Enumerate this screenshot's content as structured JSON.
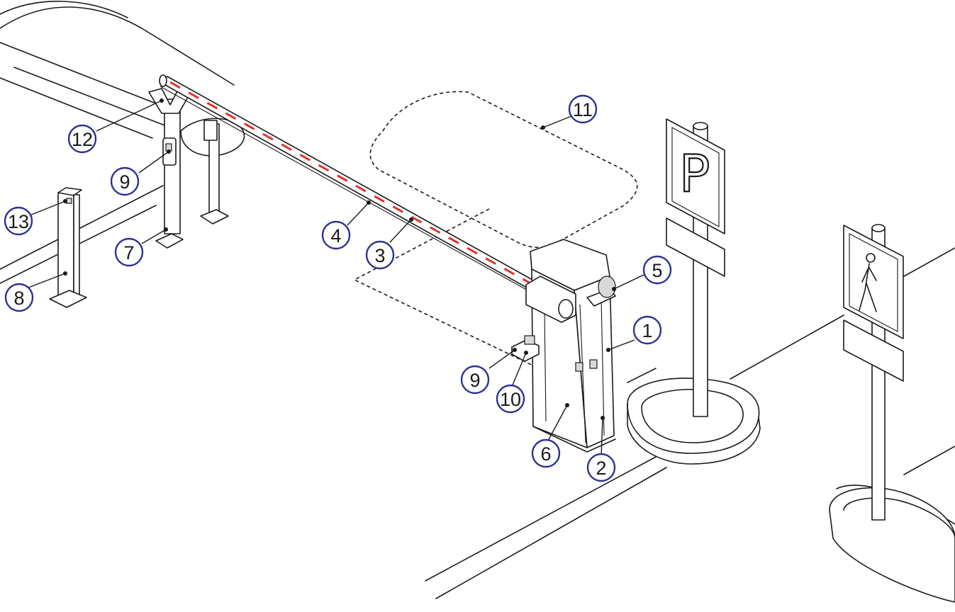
{
  "callouts": [
    {
      "id": "c1",
      "label": "1"
    },
    {
      "id": "c2",
      "label": "2"
    },
    {
      "id": "c3",
      "label": "3"
    },
    {
      "id": "c4",
      "label": "4"
    },
    {
      "id": "c5",
      "label": "5"
    },
    {
      "id": "c6",
      "label": "6"
    },
    {
      "id": "c7",
      "label": "7"
    },
    {
      "id": "c8",
      "label": "8"
    },
    {
      "id": "c9a",
      "label": "9"
    },
    {
      "id": "c9b",
      "label": "9"
    },
    {
      "id": "c10",
      "label": "10"
    },
    {
      "id": "c11",
      "label": "11"
    },
    {
      "id": "c12",
      "label": "12"
    },
    {
      "id": "c13",
      "label": "13"
    }
  ],
  "signs": {
    "parking_letter": "P",
    "parking_icon": "parking-sign-icon",
    "pedestrian_icon": "pedestrian-sign-icon"
  },
  "colors": {
    "callout_ring": "#2e3192",
    "boom_stripe": "#e0322b",
    "line": "#1a1a1a"
  }
}
